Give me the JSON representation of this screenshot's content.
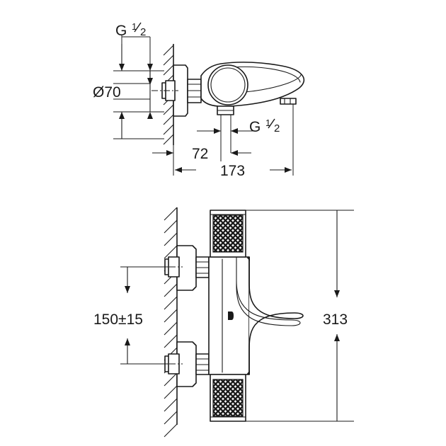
{
  "drawing": {
    "title": "Thermostatic bath mixer dimensional drawing",
    "units": "mm",
    "line_color": "#1a1a1a",
    "background_color": "#ffffff"
  },
  "views": {
    "top": {
      "name": "side-section-view",
      "dimensions": {
        "inlet_thread": {
          "label_prefix": "G",
          "numerator": "1",
          "denominator": "2",
          "full": "G 1/2"
        },
        "wall_plate_diameter": {
          "label": "Ø70",
          "value": 70,
          "symbol": "Ø"
        },
        "outlet_thread": {
          "label_prefix": "G",
          "numerator": "1",
          "denominator": "2",
          "full": "G 1/2"
        },
        "depth_to_outlet": {
          "label": "72",
          "value": 72
        },
        "total_projection": {
          "label": "173",
          "value": 173
        }
      }
    },
    "bottom": {
      "name": "front-elevation-view",
      "dimensions": {
        "inlet_centres": {
          "label": "150±15",
          "value": 150,
          "tolerance": 15
        },
        "overall_length": {
          "label": "313",
          "value": 313
        }
      }
    }
  },
  "labels": {
    "g_half_top": "G",
    "g_half_top_num": "1",
    "g_half_top_den": "2",
    "diameter_70": "Ø70",
    "g_half_mid": "G",
    "g_half_mid_num": "1",
    "g_half_mid_den": "2",
    "dim_72": "72",
    "dim_173": "173",
    "dim_150_tol": "150±15",
    "dim_313": "313"
  }
}
